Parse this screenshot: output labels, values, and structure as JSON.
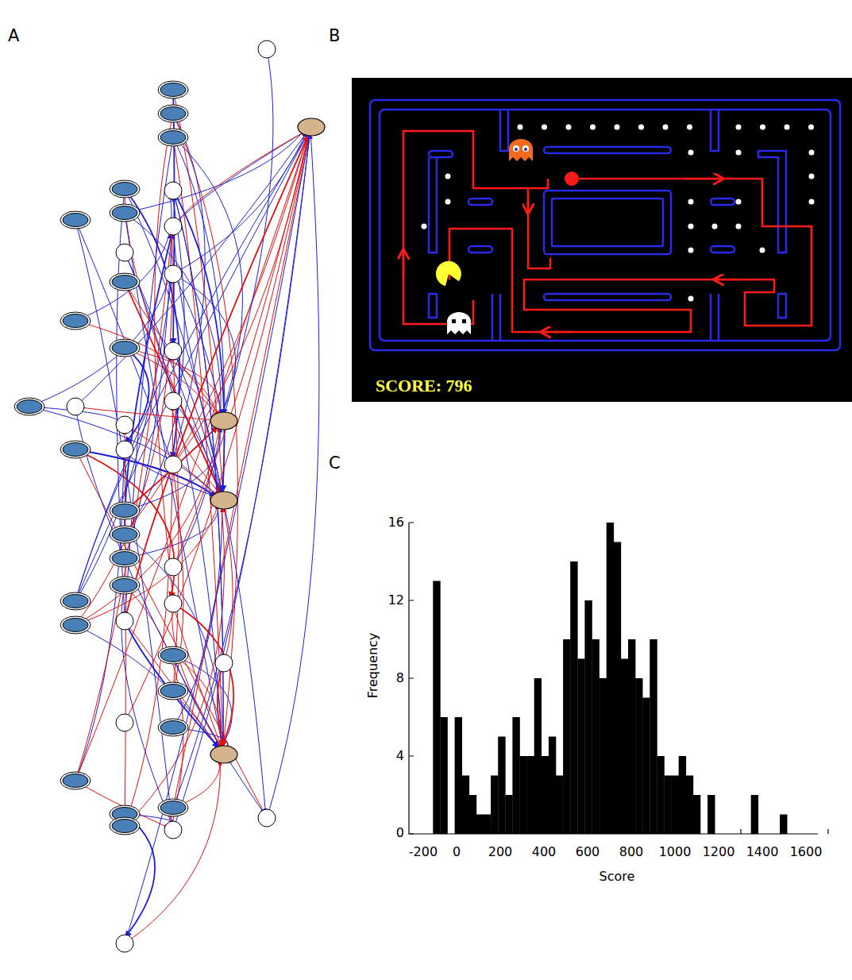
{
  "diagram": {
    "labels": [
      "A",
      "B",
      "C",
      "SCORE: 796",
      "16",
      "12",
      "8",
      "4",
      "0",
      "-200",
      "0",
      "200",
      "400",
      "600",
      "800",
      "1000",
      "1200",
      "1400",
      "1600",
      "Frequency",
      "Score"
    ]
  }
}
